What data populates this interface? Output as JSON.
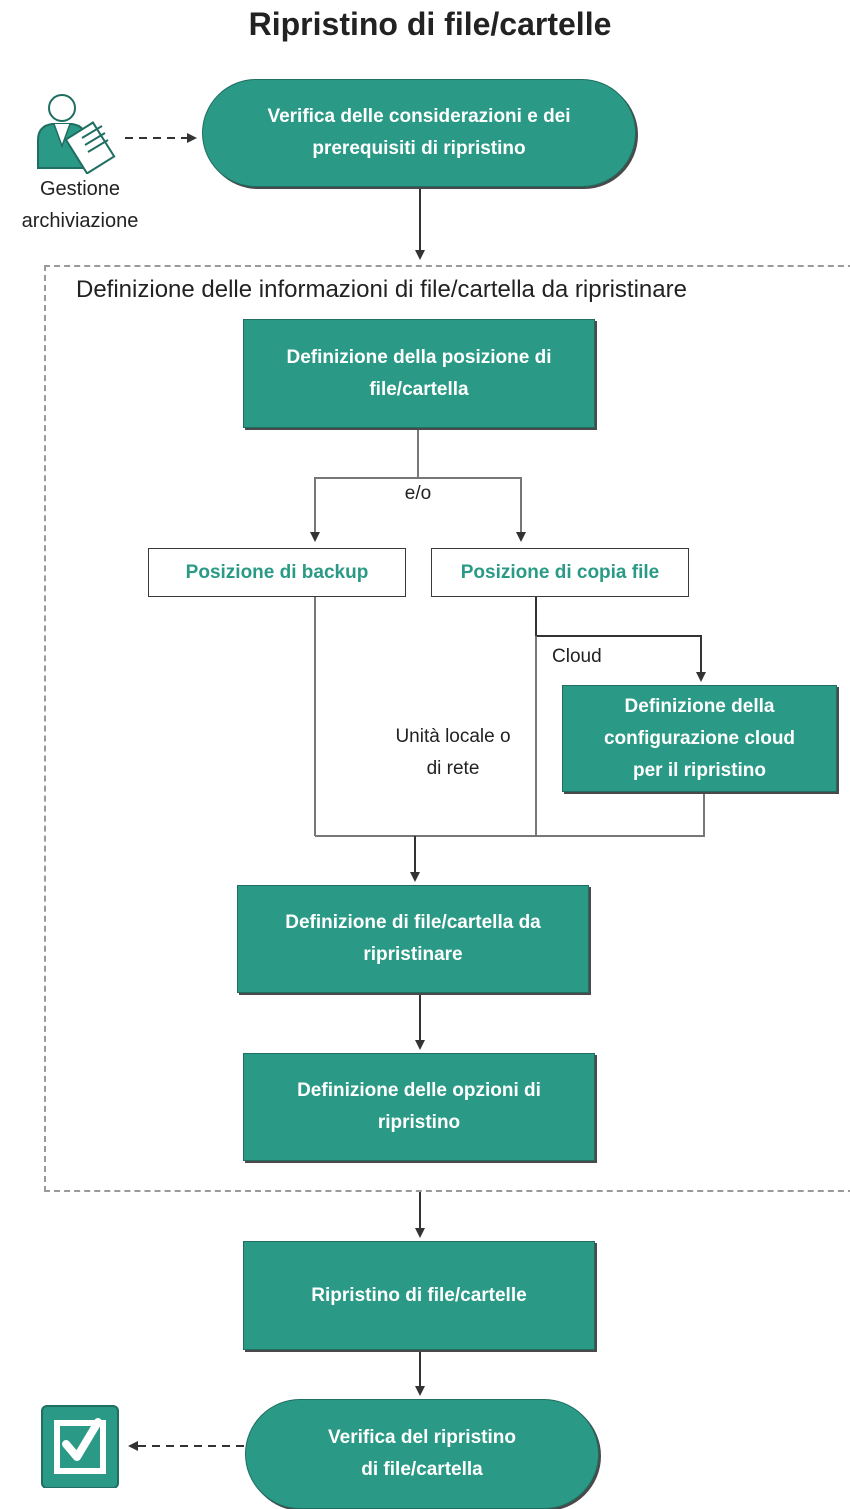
{
  "title": "Ripristino di file/cartelle",
  "actor": {
    "label": "Gestione\narchiviazione",
    "icon": "storage-manager-icon"
  },
  "group": {
    "title": "Definizione delle informazioni di file/cartella da ripristinare"
  },
  "steps": {
    "review": "Verifica delle considerazioni e dei\nprerequisiti di ripristino",
    "specify_location": "Definizione della posizione di\nfile/cartella",
    "backup_location": "Posizione di backup",
    "file_copy_location": "Posizione di copia file",
    "cloud_config": "Definizione della\nconfigurazione cloud\nper il ripristino",
    "specify_files": "Definizione di file/cartella da\nripristinare",
    "restore_options": "Definizione delle opzioni di\nripristino",
    "restore": "Ripristino di file/cartelle",
    "verify": "Verifica del ripristino\ndi file/cartella"
  },
  "labels": {
    "and_or": "e/o",
    "cloud": "Cloud",
    "local_or_network": "Unità locale o\ndi rete"
  },
  "colors": {
    "primary": "#2a9a86",
    "border": "#1f6e61",
    "shadow": "#4a4a4a"
  },
  "done_icon": "checkbox-checked-icon"
}
